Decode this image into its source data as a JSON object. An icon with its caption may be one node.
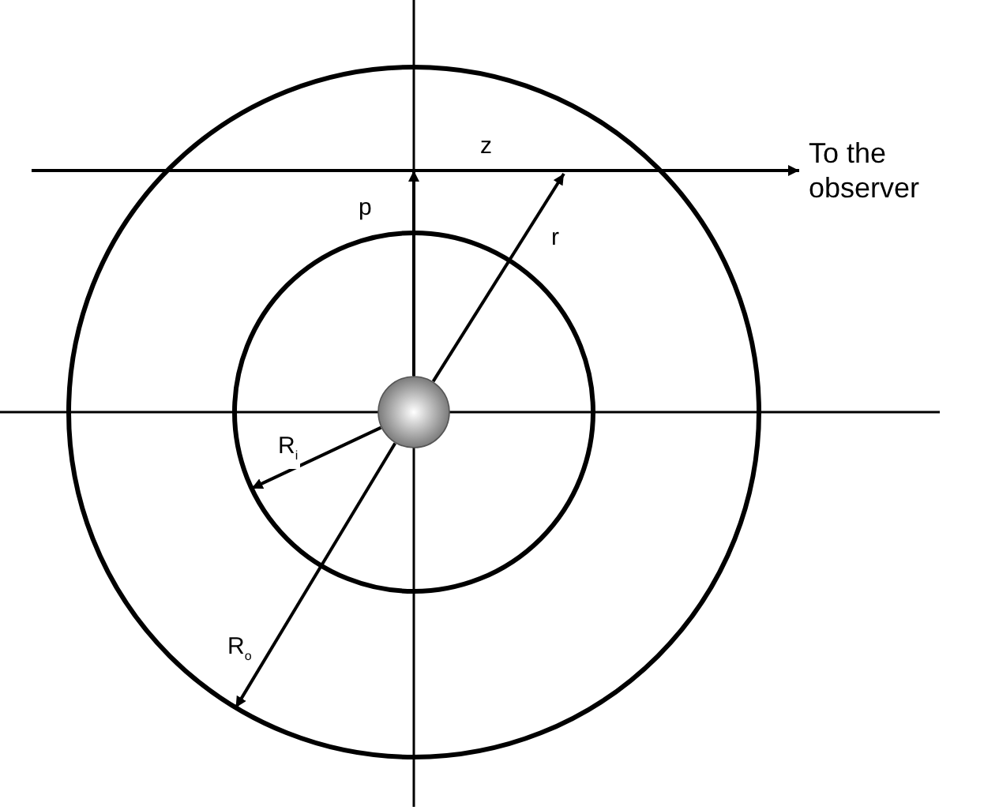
{
  "diagram": {
    "nodes": [
      {
        "text": [],
        "shape": "circle"
      },
      {
        "text": [],
        "shape": "circle",
        "in": 0
      },
      {
        "text": [],
        "shape": "circle",
        "in": 1
      },
      {
        "text": [
          "To the observer"
        ]
      }
    ],
    "edges": [
      {
        "from": 2,
        "to": null,
        "arrow": "to",
        "label": "p"
      },
      {
        "from": 2,
        "to": null,
        "arrow": "to",
        "label": "r"
      },
      {
        "from": null,
        "to": 3,
        "arrow": "to",
        "label": "z"
      },
      {
        "from": 2,
        "to": 1,
        "arrow": "to",
        "label": "R$_{i}$"
      },
      {
        "from": 2,
        "to": 0,
        "arrow": "to",
        "label": "R$_{o}$"
      }
    ]
  }
}
